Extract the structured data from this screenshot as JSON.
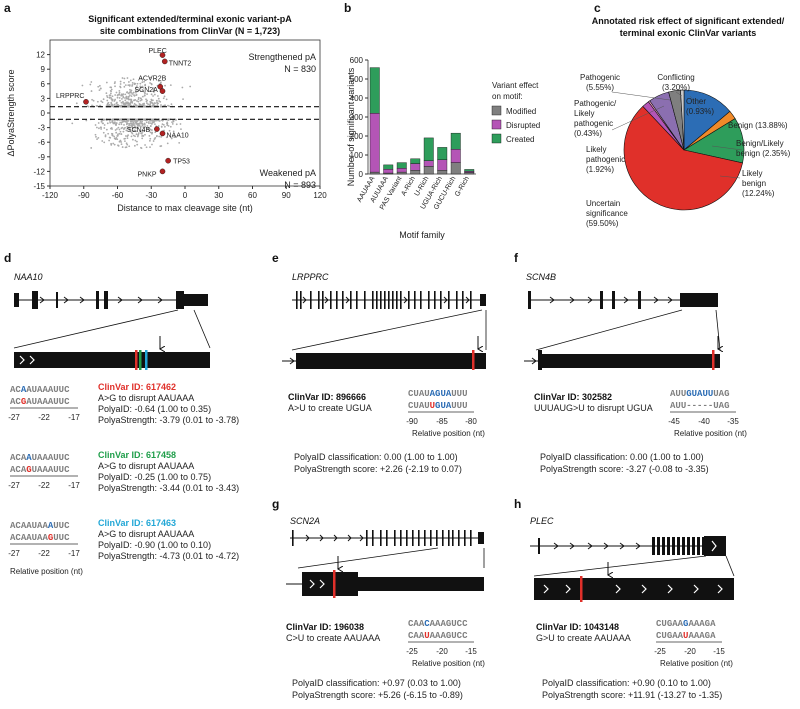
{
  "panels": {
    "a": "a",
    "b": "b",
    "c": "c",
    "d": "d",
    "e": "e",
    "f": "f",
    "g": "g",
    "h": "h"
  },
  "colors": {
    "modified": "#7f7f7f",
    "disrupted": "#b455b6",
    "created": "#2e9d5b",
    "red": "#e0302a",
    "green": "#1f9e4a",
    "cyan": "#22a7d6",
    "blue": "#2c6db5",
    "orange": "#ef8a2a",
    "darkred": "#b22222"
  },
  "panel_a": {
    "title_line1": "Significant extended/terminal exonic variant-pA",
    "title_line2": "site combinations from ClinVar (N = 1,723)",
    "strengthened_label": "Strengthened pA",
    "strengthened_n": "N = 830",
    "weakened_label": "Weakened pA",
    "weakened_n": "N = 893",
    "genes": [
      "PLEC",
      "TNNT2",
      "ACVR2B",
      "SCN2A",
      "LRPPRC",
      "SCN4B",
      "NAA10",
      "TP53",
      "PNKP"
    ]
  },
  "panel_b": {
    "legend_title_line1": "Variant effect",
    "legend_title_line2": "on motif:",
    "legend": [
      "Modified",
      "Disrupted",
      "Created"
    ]
  },
  "panel_c": {
    "title_line1": "Annotated risk effect of significant extended/",
    "title_line2": "terminal exonic ClinVar variants"
  },
  "chart_data": [
    {
      "type": "scatter",
      "xlabel": "Distance to max cleavage site (nt)",
      "ylabel": "ΔPolyaStrength score",
      "xlim": [
        -120,
        120
      ],
      "ylim": [
        -15,
        15
      ],
      "xticks": [
        -120,
        -90,
        -60,
        -30,
        0,
        30,
        60,
        90,
        120
      ],
      "yticks": [
        12,
        9,
        6,
        3,
        0,
        -3,
        -6,
        -9,
        -12,
        -15
      ],
      "highlighted_points": [
        {
          "label": "PLEC",
          "x": -20,
          "y": 11.9
        },
        {
          "label": "TNNT2",
          "x": -18,
          "y": 10.6
        },
        {
          "label": "ACVR2B",
          "x": -22,
          "y": 5.4
        },
        {
          "label": "SCN2A",
          "x": -20,
          "y": 4.5
        },
        {
          "label": "LRPPRC",
          "x": -88,
          "y": 2.3
        },
        {
          "label": "SCN4B",
          "x": -25,
          "y": -3.3
        },
        {
          "label": "NAA10",
          "x": -20,
          "y": -4.2
        },
        {
          "label": "TP53",
          "x": -15,
          "y": -9.8
        },
        {
          "label": "PNKP",
          "x": -20,
          "y": -12.0
        }
      ],
      "threshold_lines_y": [
        1.3,
        -1.3
      ]
    },
    {
      "type": "bar",
      "stacked": true,
      "xlabel": "Motif family",
      "ylabel": "Number of significant variants",
      "ylim": [
        0,
        600
      ],
      "yticks": [
        0,
        100,
        200,
        300,
        400,
        500,
        600
      ],
      "categories": [
        "AAUAAA",
        "AUUAAA",
        "PAS Variant",
        "A-Rich",
        "U-Rich",
        "UGUA-Rich",
        "GUCU-Rich",
        "G-Rich"
      ],
      "series": [
        {
          "name": "Modified",
          "values": [
            10,
            5,
            10,
            20,
            40,
            20,
            60,
            8
          ]
        },
        {
          "name": "Disrupted",
          "values": [
            310,
            20,
            20,
            35,
            30,
            55,
            70,
            6
          ]
        },
        {
          "name": "Created",
          "values": [
            240,
            23,
            30,
            25,
            120,
            65,
            85,
            10
          ]
        }
      ]
    },
    {
      "type": "pie",
      "slices": [
        {
          "label": "Benign (13.88%)",
          "value": 13.88
        },
        {
          "label": "Benign/Likely benign (2.35%)",
          "value": 2.35
        },
        {
          "label": "Likely benign (12.24%)",
          "value": 12.24
        },
        {
          "label": "Uncertain significance (59.50%)",
          "value": 59.5
        },
        {
          "label": "Likely pathogenic (1.92%)",
          "value": 1.92
        },
        {
          "label": "Pathogenic/Likely pathogenic (0.43%)",
          "value": 0.43
        },
        {
          "label": "Pathogenic (5.55%)",
          "value": 5.55
        },
        {
          "label": "Conflicting (3.20%)",
          "value": 3.2
        },
        {
          "label": "Other (0.93%)",
          "value": 0.93
        }
      ]
    }
  ],
  "pie_labels": {
    "pathogenic": [
      "Pathogenic",
      "(5.55%)"
    ],
    "conflicting": [
      "Conflicting",
      "(3.20%)"
    ],
    "plp": [
      "Pathogenic/",
      "Likely",
      "pathogenic",
      "(0.43%)"
    ],
    "other": [
      "Other",
      "(0.93%)"
    ],
    "benign": "Benign (13.88%)",
    "blb": [
      "Benign/Likely",
      "benign (2.35%)"
    ],
    "lp": [
      "Likely",
      "pathogenic",
      "(1.92%)"
    ],
    "lb": [
      "Likely",
      "benign",
      "(12.24%)"
    ],
    "us": [
      "Uncertain",
      "significance",
      "(59.50%)"
    ]
  },
  "panel_d": {
    "gene": "NAA10",
    "variants": [
      {
        "id": "ClinVar ID: 617462",
        "desc": "A>G to disrupt AAUAAA",
        "polyaid": "PolyaID: -0.64 (1.00 to 0.35)",
        "strength": "PolyaStrength: -3.79 (0.01 to -3.78)",
        "ref": "ACAAUAAAUUC",
        "alt": "ACGAUAAAUUC"
      },
      {
        "id": "ClinVar ID: 617458",
        "desc": "A>G to disrupt AAUAAA",
        "polyaid": "PolyaID: -0.25 (1.00 to 0.75)",
        "strength": "PolyaStrength: -3.44 (0.01 to -3.43)",
        "ref": "ACAAUAAAUUC",
        "alt": "ACAGUAAAUUC"
      },
      {
        "id": "ClinVar ID: 617463",
        "desc": "A>G to disrupt AAUAAA",
        "polyaid": "PolyaID: -0.90 (1.00 to 0.10)",
        "strength": "PolyaStrength: -4.73 (0.01 to -4.72)",
        "ref": "ACAAUAAAUUC",
        "alt": "ACAAUAAGUUC"
      }
    ],
    "ticks": [
      "-27",
      "-22",
      "-17"
    ],
    "axis_label": "Relative position (nt)"
  },
  "panel_e": {
    "gene": "LRPPRC",
    "id": "ClinVar ID: 896666",
    "desc": "A>U to create UGUA",
    "ref": "CUAUAGUAUUU",
    "alt": "CUAUUGUAUUU",
    "ticks": [
      "-90",
      "-85",
      "-80"
    ],
    "axis_label": "Relative position (nt)",
    "polyaid": "PolyaID classification: 0.00 (1.00 to 1.00)",
    "strength": "PolyaStrength score: +2.26 (-2.19 to 0.07)"
  },
  "panel_f": {
    "gene": "SCN4B",
    "id": "ClinVar ID: 302582",
    "desc": "UUUAUG>U to disrupt UGUA",
    "ref": "AUUGUAUUUAG",
    "alt": "AUU-----UAG",
    "ticks": [
      "-45",
      "-40",
      "-35"
    ],
    "axis_label": "Relative position (nt)",
    "polyaid": "PolyaID classification: 0.00 (1.00 to 1.00)",
    "strength": "PolyaStrength score: -3.27 (-0.08 to -3.35)"
  },
  "panel_g": {
    "gene": "SCN2A",
    "id": "ClinVar ID: 196038",
    "desc": "C>U to create AAUAAA",
    "ref": "CAACAAAGUCC",
    "alt": "CAAUAAAGUCC",
    "ticks": [
      "-25",
      "-20",
      "-15"
    ],
    "axis_label": "Relative position (nt)",
    "polyaid": "PolyaID classification: +0.97 (0.03 to 1.00)",
    "strength": "PolyaStrength score: +5.26 (-6.15 to -0.89)"
  },
  "panel_h": {
    "gene": "PLEC",
    "id": "ClinVar ID: 1043148",
    "desc": "G>U to create AAUAAA",
    "ref": "CUGAAGAAAGA",
    "alt": "CUGAAUAAAGA",
    "ticks": [
      "-25",
      "-20",
      "-15"
    ],
    "axis_label": "Relative position (nt)",
    "polyaid": "PolyaID classification: +0.90 (0.10 to 1.00)",
    "strength": "PolyaStrength score: +11.91 (-13.27 to -1.35)"
  }
}
